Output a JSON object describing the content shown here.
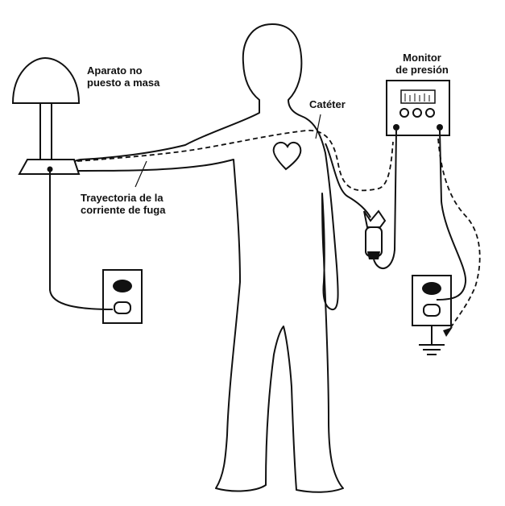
{
  "labels": {
    "apparatus": {
      "line1": "Aparato no",
      "line2": "puesto a masa"
    },
    "monitor": {
      "line1": "Monitor",
      "line2": "de presión"
    },
    "catheter": "Catéter",
    "leak_path": {
      "line1": "Trayectoria de la",
      "line2": "corriente de fuga"
    }
  },
  "colors": {
    "ink": "#111111",
    "background": "#ffffff"
  },
  "icons": [
    "lamp-apparatus",
    "pressure-monitor",
    "wall-outlet",
    "transducer",
    "ground-symbol",
    "heart-icon"
  ]
}
